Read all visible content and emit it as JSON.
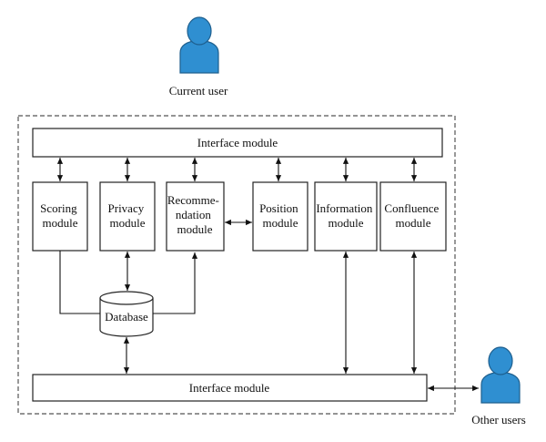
{
  "colors": {
    "user_fill": "#2f8fd1",
    "user_stroke": "#1e5f8e",
    "box_stroke": "#222222",
    "box_fill": "#ffffff",
    "dashed_border": "#555555"
  },
  "users": {
    "current": {
      "label": "Current user",
      "icon": "person-icon"
    },
    "other": {
      "label": "Other users",
      "icon": "person-icon"
    }
  },
  "modules": {
    "top_interface": "Interface module",
    "bottom_interface": "Interface module",
    "scoring": [
      "Scoring",
      "module"
    ],
    "privacy": [
      "Privacy",
      "module"
    ],
    "recommendation": [
      "Recomme-",
      "ndation",
      "module"
    ],
    "position": [
      "Position",
      "module"
    ],
    "information": [
      "Information",
      "module"
    ],
    "confluence": [
      "Confluence",
      "module"
    ],
    "database": "Database"
  }
}
